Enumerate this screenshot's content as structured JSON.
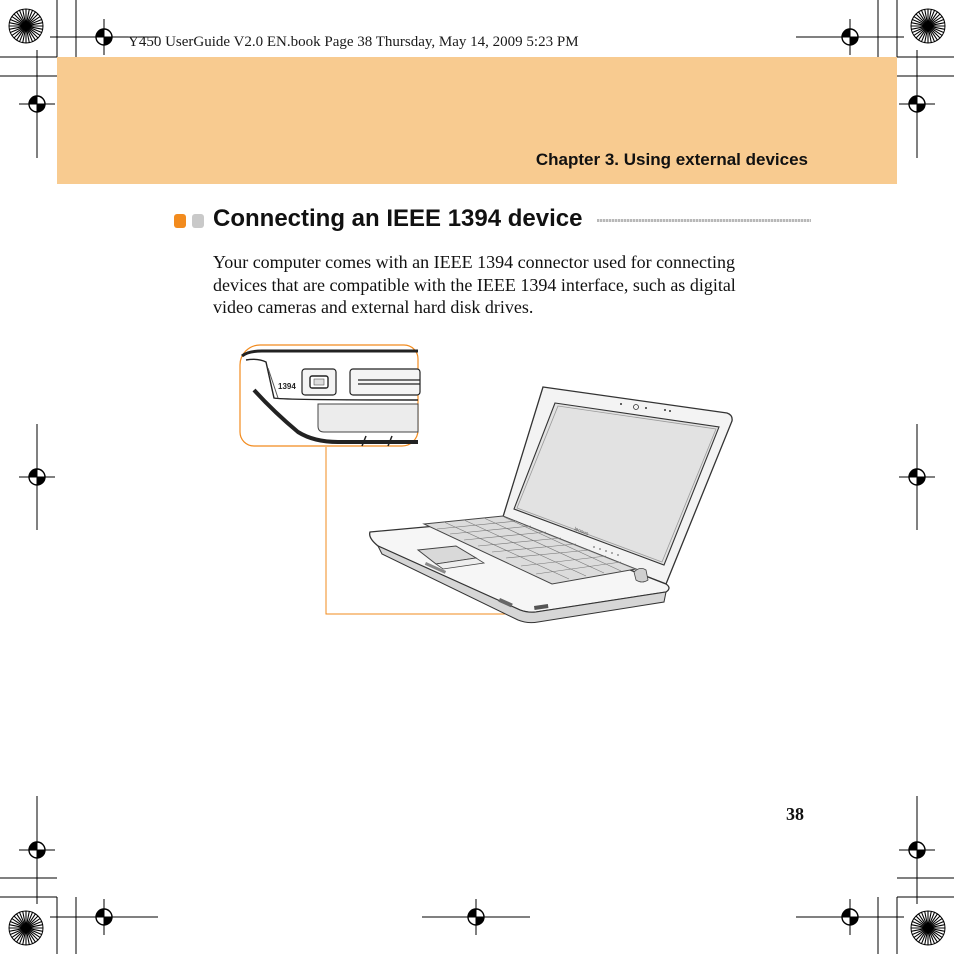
{
  "print_header": "Y450 UserGuide V2.0 EN.book  Page 38  Thursday, May 14, 2009  5:23 PM",
  "chapter_title": "Chapter 3. Using external devices",
  "section": {
    "title": "Connecting an IEEE 1394 device",
    "body_lines": [
      "Your computer comes with an IEEE 1394 connector used for connecting",
      "devices that are compatible with the IEEE 1394 interface, such as digital",
      "video cameras and external hard disk drives."
    ]
  },
  "figure": {
    "port_label": "1394",
    "brand_on_bezel": "lenovo",
    "callout_color": "#f28b1e"
  },
  "page_number": "38",
  "colors": {
    "header_band": "#f8cb90",
    "accent_orange": "#f28b1e",
    "accent_gray": "#c9c9c9",
    "text": "#111111"
  }
}
